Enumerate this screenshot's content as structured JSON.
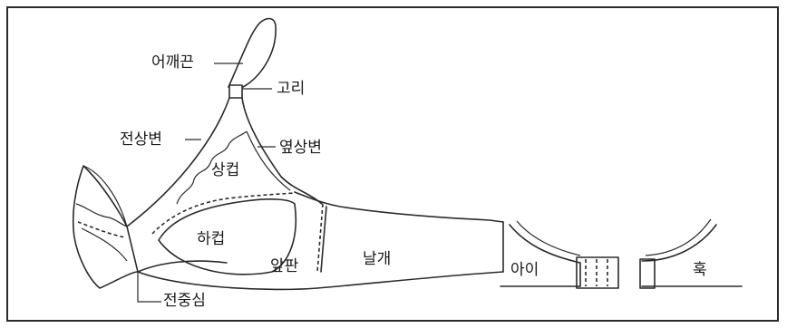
{
  "labels": {
    "shoulder_strap": "어깨끈",
    "ring": "고리",
    "front_top_edge": "전상변",
    "side_top_edge": "옆상변",
    "upper_cup": "상컵",
    "lower_cup": "하컵",
    "front_panel": "앞판",
    "wing": "날개",
    "center_gore": "전중심",
    "eye": "아이",
    "hook": "훅"
  }
}
